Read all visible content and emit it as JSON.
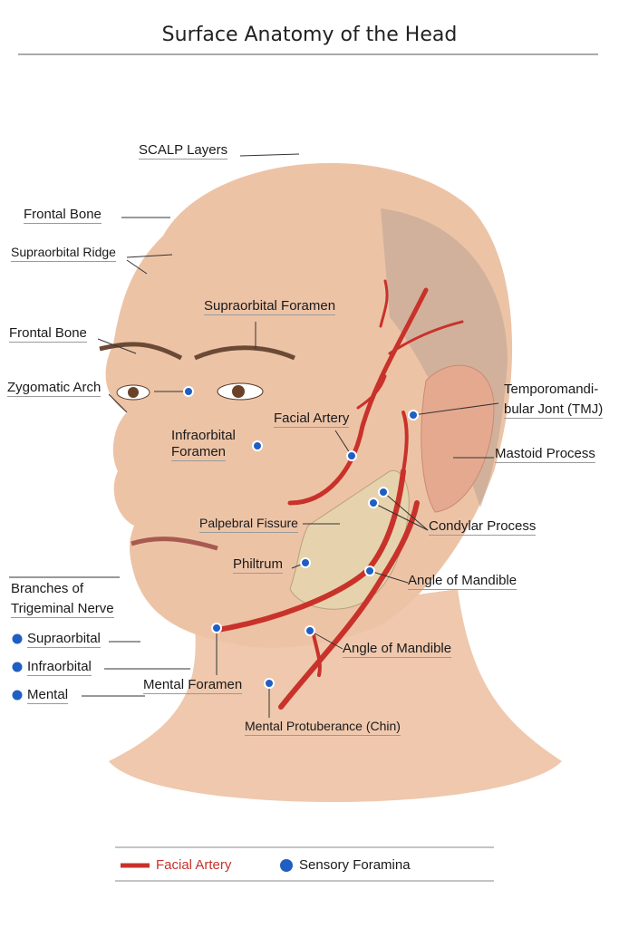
{
  "title": "Surface Anatomy of the Head",
  "labels": {
    "scalp": "SCALP Layers",
    "frontal_bone_1": "Frontal Bone",
    "supraorbital_ridge": "Supraorbital Ridge",
    "supraorbital_foramen": "Supraorbital Foramen",
    "frontal_bone_2": "Frontal Bone",
    "zygomatic_arch": "Zygomatic Arch",
    "facial_artery": "Facial Artery",
    "tmj_1": "Temporomandi-",
    "tmj_2": "bular Jont (TMJ)",
    "infraorbital_1": "Infraorbital",
    "infraorbital_2": "Foramen",
    "mastoid": "Mastoid Process",
    "palpebral": "Palpebral Fissure",
    "condylar": "Condylar Process",
    "philtrum": "Philtrum",
    "angle_1": "Angle of Mandible",
    "angle_2": "Angle of Mandible",
    "mental_foramen": "Mental Foramen",
    "mental_protuberance": "Mental Protuberance (Chin)"
  },
  "trigeminal": {
    "heading_1": "Branches of",
    "heading_2": "Trigeminal Nerve",
    "items": [
      "Supraorbital",
      "Infraorbital",
      "Mental"
    ]
  },
  "legend": {
    "artery": "Facial Artery",
    "foramina": "Sensory Foramina"
  },
  "colors": {
    "artery": "#c8322a",
    "foramina": "#1f5fc4",
    "skin": "#e9bfa3",
    "bone": "#e6d3ae"
  }
}
